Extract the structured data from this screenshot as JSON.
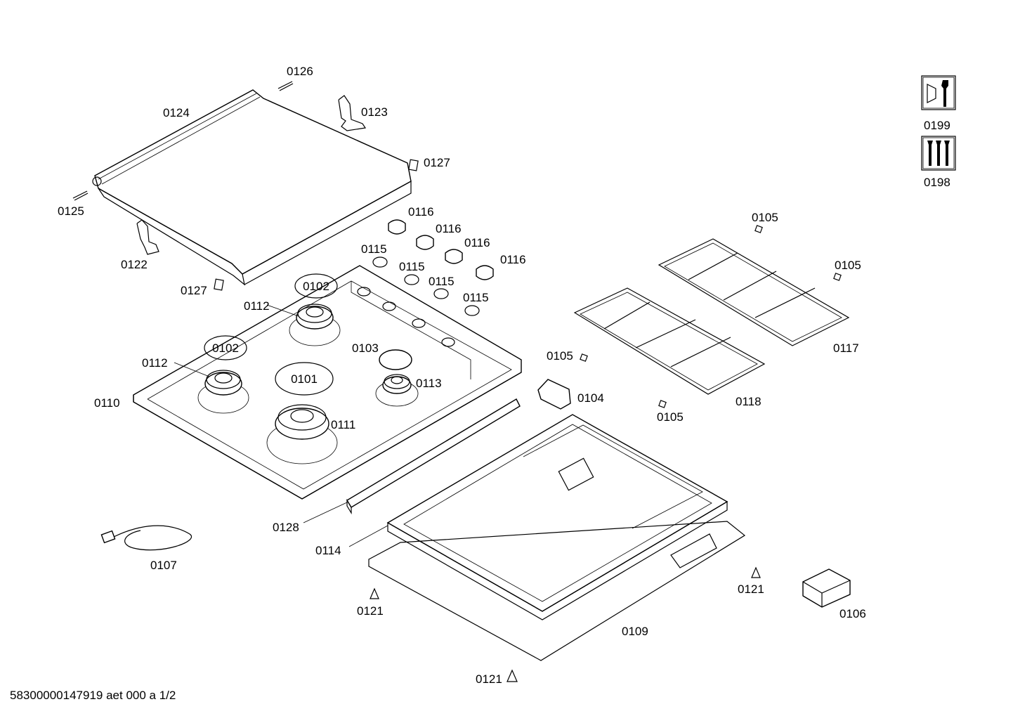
{
  "footer": "58300000147919 aet 000 a 1/2",
  "labels": {
    "p0126": "0126",
    "p0124": "0124",
    "p0123": "0123",
    "p0127a": "0127",
    "p0125": "0125",
    "p0122": "0122",
    "p0127b": "0127",
    "p0116a": "0116",
    "p0116b": "0116",
    "p0116c": "0116",
    "p0116d": "0116",
    "p0115a": "0115",
    "p0115b": "0115",
    "p0115c": "0115",
    "p0115d": "0115",
    "p0102a": "0102",
    "p0102b": "0102",
    "p0112a": "0112",
    "p0112b": "0112",
    "p0103": "0103",
    "p0101": "0101",
    "p0113": "0113",
    "p0110": "0110",
    "p0111": "0111",
    "p0128": "0128",
    "p0114": "0114",
    "p0107": "0107",
    "p0121a": "0121",
    "p0121b": "0121",
    "p0121c": "0121",
    "p0109": "0109",
    "p0106": "0106",
    "p0105a": "0105",
    "p0105b": "0105",
    "p0105c": "0105",
    "p0105d": "0105",
    "p0104": "0104",
    "p0117": "0117",
    "p0118": "0118",
    "p0199": "0199",
    "p0198": "0198"
  }
}
